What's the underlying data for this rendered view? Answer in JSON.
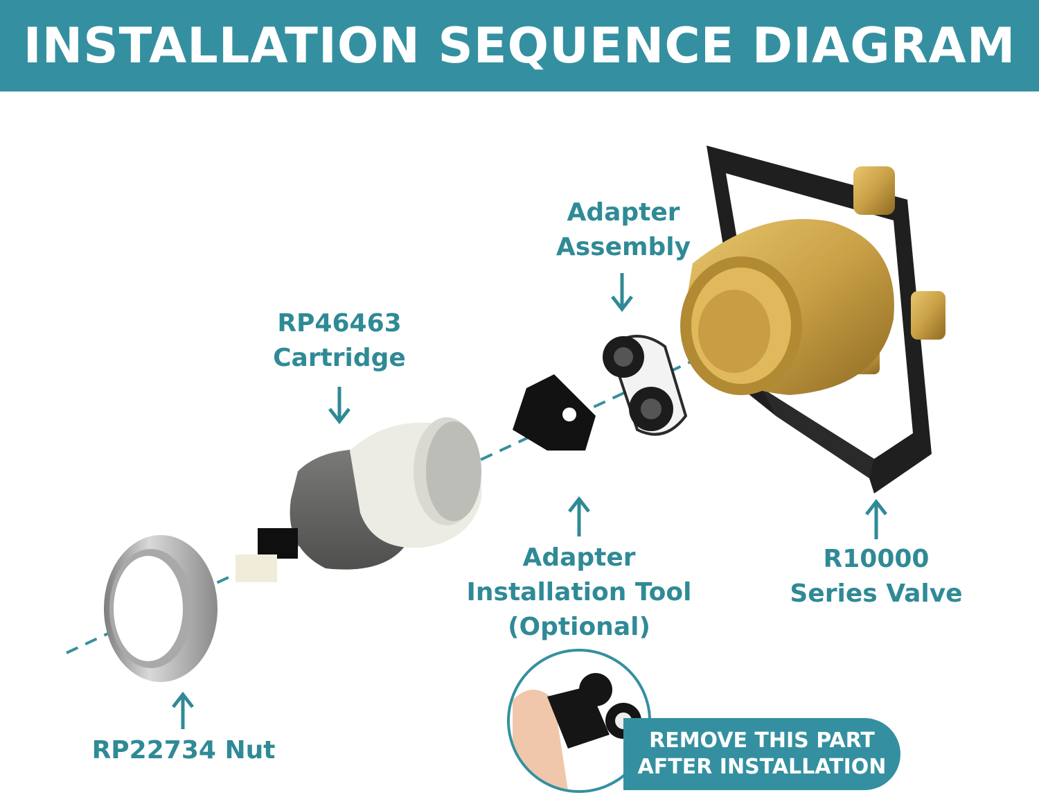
{
  "title": "INSTALLATION SEQUENCE DIAGRAM",
  "colors": {
    "banner": "#3490a0",
    "label_text": "#2f8a96",
    "axis_line": "#3a8f9c",
    "brass": "#c9a046",
    "frame": "#1e1e1e",
    "white_plastic": "#eeeeee"
  },
  "labels": {
    "adapter_assembly": {
      "line1": "Adapter",
      "line2": "Assembly"
    },
    "cartridge": {
      "line1": "RP46463",
      "line2": "Cartridge"
    },
    "adapter_tool": {
      "line1": "Adapter",
      "line2": "Installation Tool",
      "line3": "(Optional)"
    },
    "valve": {
      "line1": "R10000",
      "line2": "Series Valve"
    },
    "nut": {
      "line1": "RP22734 Nut"
    }
  },
  "callout": {
    "line1": "REMOVE THIS PART",
    "line2": "AFTER INSTALLATION"
  }
}
